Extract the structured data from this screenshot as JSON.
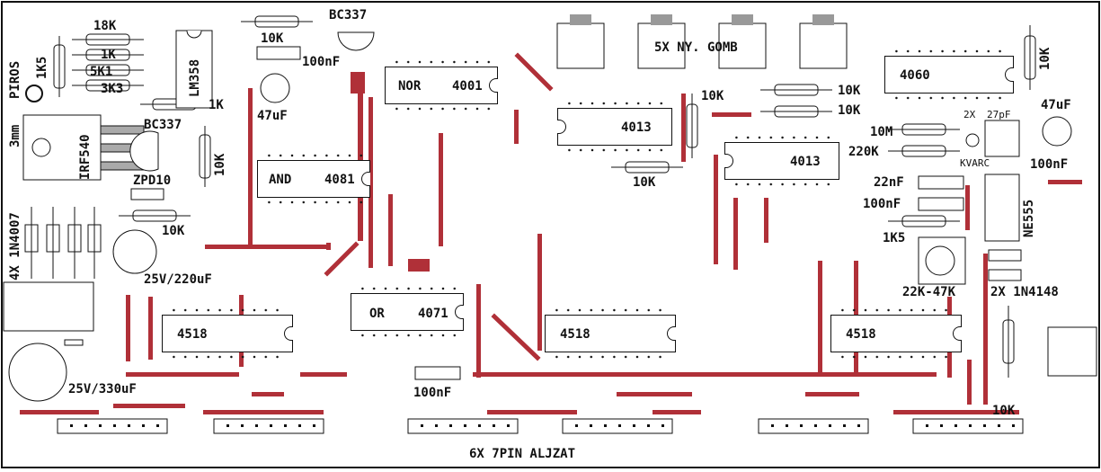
{
  "board": {
    "colors": {
      "trace": "#b03038",
      "silk": "#111111",
      "pad": "#9a9a9a",
      "background": "#ffffff"
    }
  },
  "chips": [
    {
      "id": "nor",
      "name": "NOR",
      "part": "4001"
    },
    {
      "id": "and",
      "name": "AND",
      "part": "4081"
    },
    {
      "id": "or",
      "name": "OR",
      "part": "4071"
    },
    {
      "id": "c4013a",
      "name": "",
      "part": "4013"
    },
    {
      "id": "c4013b",
      "name": "",
      "part": "4013"
    },
    {
      "id": "c4060",
      "name": "",
      "part": "4060"
    },
    {
      "id": "c4518a",
      "name": "",
      "part": "4518"
    },
    {
      "id": "c4518b",
      "name": "",
      "part": "4518"
    },
    {
      "id": "c4518c",
      "name": "",
      "part": "4518"
    }
  ],
  "labels": {
    "r18k": "18K",
    "r1k_a": "1K",
    "r5k1": "5K1",
    "r3k3": "3K3",
    "r1k5": "1K5",
    "piros": "PIROS",
    "lm358": "LM358",
    "r1k_b": "1K",
    "r10k_top": "10K",
    "bc337_top": "BC337",
    "c100nf_top": "100nF",
    "c47uf_left": "47uF",
    "ny": "5X NY. GOMB",
    "bc337_left": "BC337",
    "irf540": "IRF540",
    "mm3": "3mm",
    "r10k_left": "10K",
    "zpd10": "ZPD10",
    "d1n4007": "4X 1N4007",
    "r10k_mid": "10K",
    "c25v220": "25V/220uF",
    "c25v330": "25V/330uF",
    "c100nf_bot": "100nF",
    "aljzat": "6X 7PIN ALJZAT",
    "r10k_4013": "10K",
    "r10k_a": "10K",
    "r10k_b": "10K",
    "r10k_c": "10K",
    "r10k_right": "10K",
    "x2": "2X",
    "c27pf": "27pF",
    "c47uf_right": "47uF",
    "r10m": "10M",
    "r220k": "220K",
    "kvarc": "KVARC",
    "c100nf_right": "100nF",
    "c22nf": "22nF",
    "c100nf_ne": "100nF",
    "ne555": "NE555",
    "r1k5_b": "1K5",
    "pot": "22K-47K",
    "d1n4148": "2X 1N4148",
    "r10k_bot": "10K"
  }
}
